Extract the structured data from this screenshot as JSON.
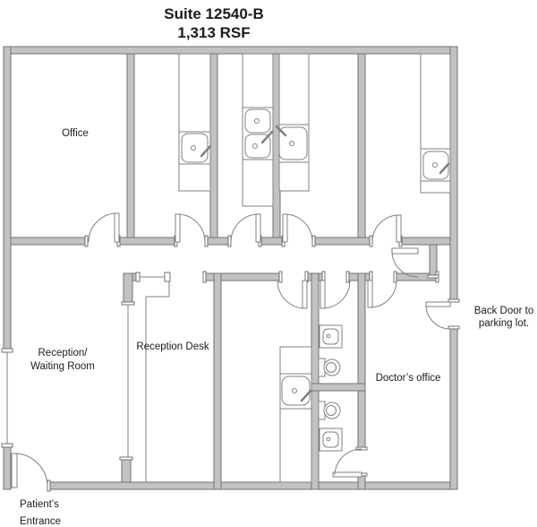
{
  "title": {
    "suite": "Suite 12540-B",
    "area": "1,313 RSF"
  },
  "labels": {
    "office": "Office",
    "reception": [
      "Reception/",
      "Waiting Room"
    ],
    "reception_desk": "Reception Desk",
    "doctors_office": "Doctor’s office",
    "back_door": [
      "Back Door to",
      "parking lot."
    ],
    "patients_entrance": [
      "Patient’s",
      "Entrance"
    ]
  },
  "colors": {
    "background": "#ffffff",
    "wall_fill": "#c1c3c3",
    "wall_stroke": "#6f7173",
    "fixture_stroke": "#7e8183",
    "text": "#1c1c1c"
  }
}
